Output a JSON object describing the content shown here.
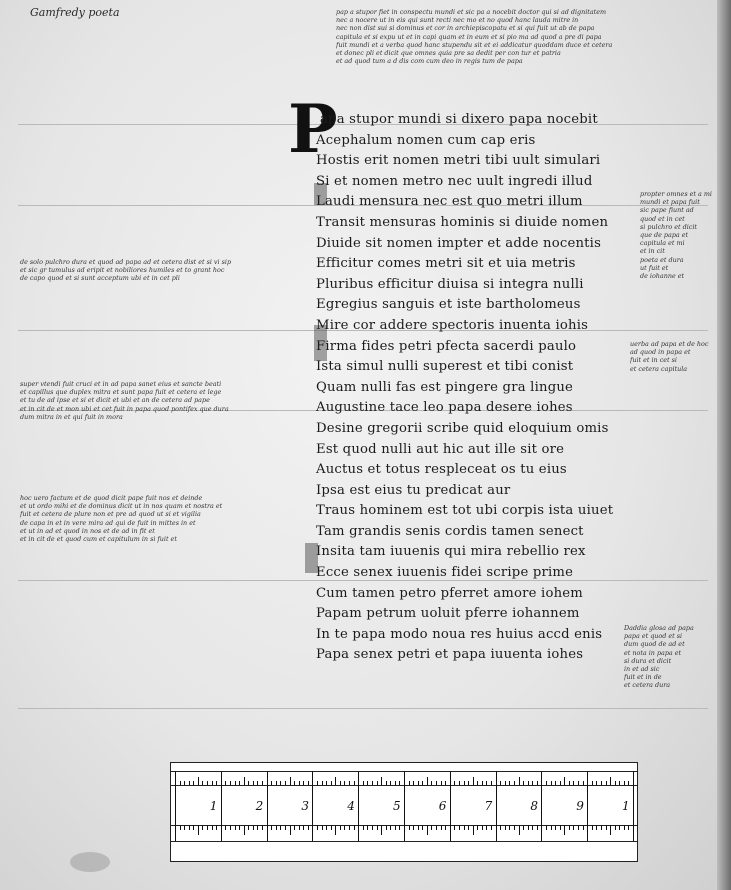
{
  "header": {
    "note": "Gamfredy poeta"
  },
  "gloss_top": [
    "pap a stupor fiet in conspectu mundi et sic pa a nocebit doctor qui si ad dignitatem",
    "nec a nocere ut in eis qui sunt recti nec mo et no quod hanc lauda mitre in",
    "nec non dist sui si dominus et cor in archiepiscopatu et si qui fuit ut ab de papa",
    "capitula et si expu ut et in capi quam et in eum et si pio ma ad quod a pre di papa",
    "fuit mundi et a verba quod hanc stupendu sit et ei addicatur quoddam duce et cetera",
    "et donec pli et dicit que omnes quia pre sa dedit per con tur et patria",
    "et ad quod tum a d dis com cum deo in regis tum de papa"
  ],
  "gloss_left_1": [
    "de solo pulchro dura et quod ad papa ad et cetera dist et si vi sip",
    "et sic gr tumulus ad eripit et nobiliores humiles et to grant hoc",
    "de capo quod et si sunt acceptum ubi et in cet pli"
  ],
  "gloss_left_2": [
    "super vtendi fuit cruci et in ad papa sanet eius et sancte beati",
    "et capillus que duplex mitra et sunt papa fuit et cetera et lege",
    "et tu de ad ipse et si et dicit et ubi et an de cetera ad pape",
    "et in cit de et mon ubi et cet fuit in papa quod pontifex que dura",
    "dum mitra in et qui fuit in mora"
  ],
  "gloss_left_3": [
    "hoc uero factum et de quod dicit pape fuit nos et deinde",
    "et ut ordo mihi et de dominus dicit ut in nos quam et nostra et",
    "fuit et cetera de plure non et pre ad quod ut si et vigilia",
    "de capa in et in vere mira ad qui de fuit in mittes in et",
    "et ut in ad et quod in nos et de ad in fit et",
    "et in cit de et quod cum et capitulum in si fuit et"
  ],
  "gloss_right_1": [
    "propter omnes et a mi",
    "mundi et papa fuit",
    "sic pape fiunt ad",
    "quod et in cet",
    "si pulchro et dicit",
    "que de papa et",
    "capitula et mi",
    "et in cit",
    "poeta et dura",
    "ut fuit et",
    "de iohanne et"
  ],
  "gloss_right_2": [
    "uerba ad papa et de hoc",
    "ad quod in papa et",
    "fuit et in cet si",
    "et cetera capitula"
  ],
  "gloss_right_3": [
    "Daddia glosa ad papa",
    "papa et quod et si",
    "dum quod de ad et",
    "et nota in papa et",
    "si dura et dicit",
    "in et ad sic",
    "fuit et in de",
    "et cetera dura"
  ],
  "verses": [
    "apa stupor mundi si dixero papa nocebit",
    "Acephalum nomen cum cap eris",
    "Hostis erit nomen metri tibi uult simulari",
    "Si et nomen metro nec uult ingredi illud",
    "Laudi mensura nec est quo metri illum",
    "Transit mensuras hominis si diuide nomen",
    "Diuide sit nomen impter et adde nocentis",
    "Efficitur comes metri sit et uia metris",
    "Pluribus efficitur diuisa si integra nulli",
    "Egregius sanguis et iste bartholomeus",
    "Mire cor addere spectoris inuenta iohis",
    "Firma fides petri pfecta sacerdi paulo",
    "Ista simul nulli superest et tibi conist",
    "Quam nulli fas est pingere gra lingue",
    "Augustine tace leo papa desere iohes",
    "Desine gregorii scribe quid eloquium omis",
    "Est quod nulli aut hic aut ille sit ore",
    "Auctus et totus respleceat os tu eius",
    "Ipsa est eius tu predicat aur",
    "Traus hominem est tot ubi corpis ista uiuet",
    "Tam grandis senis cordis tamen senect",
    "Insita tam iuuenis qui mira rebellio rex",
    "Ecce senex iuuenis fidei scripe prime",
    "Cum tamen petro pferret amore iohem",
    "Papam petrum uoluit pferre iohannem",
    "In te papa modo noua res huius accd enis",
    "Papa senex petri et papa iuuenta iohes"
  ],
  "ruler": {
    "numbers": [
      "1",
      "2",
      "3",
      "4",
      "5",
      "6",
      "7",
      "8",
      "9",
      "1"
    ]
  }
}
